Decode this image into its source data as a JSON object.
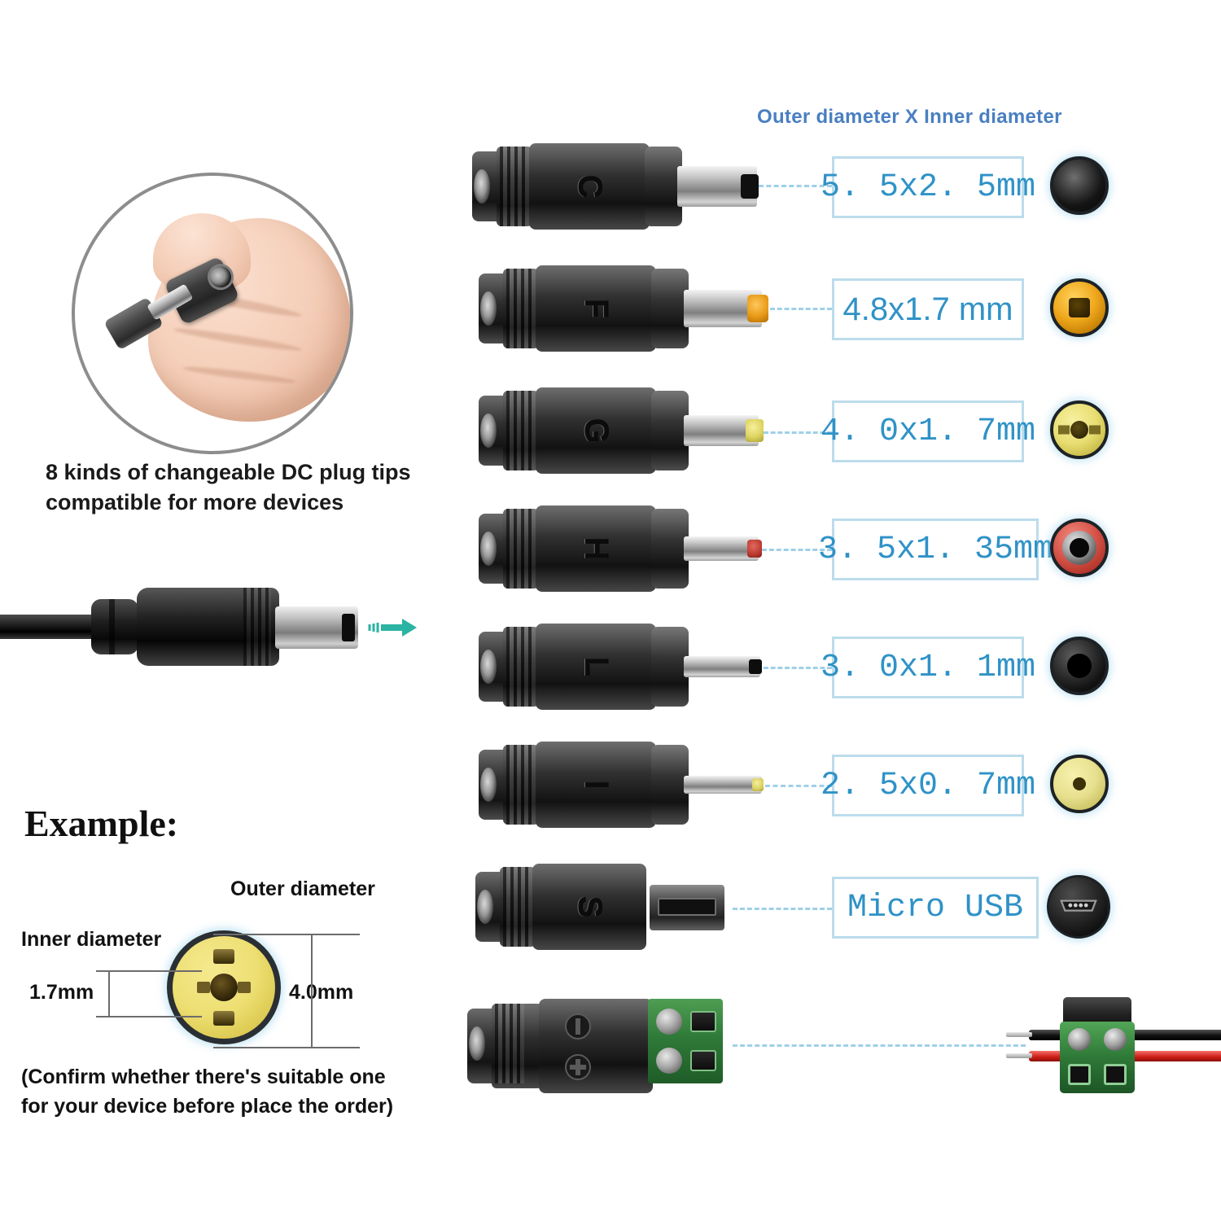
{
  "left": {
    "hand_inset": {
      "name": "hand-holding-dc-plug-photo",
      "alt": "hand holding changeable DC plug tip"
    },
    "caption_line1": "8 kinds of changeable DC plug tips",
    "caption_line2": "compatible for more devices",
    "cable": {
      "name": "dc-power-cable-with-plug",
      "arrow_color": "#2bb3a3"
    },
    "example": {
      "title": "Example:",
      "outer_label": "Outer diameter",
      "inner_label": "Inner diameter",
      "inner_value": "1.7mm",
      "outer_value": "4.0mm",
      "face_color": "#ecdf72"
    },
    "bottom_note_line1": "(Confirm whether there's suitable one",
    "bottom_note_line2": " for your device before place the order)"
  },
  "right": {
    "header": "Outer diameter X Inner diameter",
    "header_color": "#4a7fc1",
    "label_color": "#2f92c7",
    "label_border_color": "#bcdcec",
    "dash_color": "#9fd0e8",
    "rows": [
      {
        "letter": "C",
        "label": "5. 5x2. 5mm",
        "tip_color": "#111111",
        "face_color": "#2b2b2b",
        "face_type": "barrel",
        "kind": "barrel"
      },
      {
        "letter": "F",
        "label": "4.8x1.7 mm",
        "tip_color": "#e8a020",
        "face_color": "#e8a81c",
        "face_type": "barrel",
        "kind": "barrel"
      },
      {
        "letter": "G",
        "label": "4. 0x1. 7mm",
        "tip_color": "#e4dd72",
        "face_color": "#ecdf72",
        "face_type": "barrel",
        "kind": "barrel"
      },
      {
        "letter": "H",
        "label": "3. 5x1. 35mm",
        "tip_color": "#c8453c",
        "face_color": "#d9554c",
        "face_type": "ring",
        "kind": "barrel"
      },
      {
        "letter": "L",
        "label": "3. 0x1. 1mm",
        "tip_color": "#1a1a1a",
        "face_color": "#232323",
        "face_type": "barrel",
        "kind": "barrel"
      },
      {
        "letter": "I",
        "label": "2. 5x0. 7mm",
        "tip_color": "#ebe493",
        "face_color": "#ece596",
        "face_type": "pinhole",
        "kind": "barrel"
      },
      {
        "letter": "S",
        "label": "Micro USB",
        "tip_color": "#1c1c1c",
        "face_color": "#262626",
        "face_type": "microusb",
        "kind": "microusb"
      },
      {
        "letter": "",
        "label": "",
        "tip_color": "#2f7a38",
        "face_color": "#2f7a38",
        "face_type": "terminal",
        "kind": "terminal"
      }
    ]
  }
}
